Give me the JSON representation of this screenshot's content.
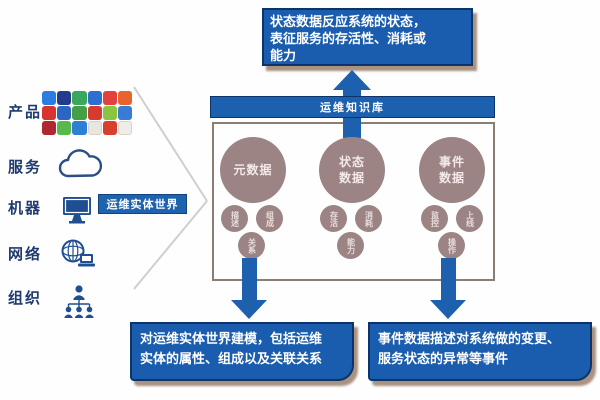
{
  "left_panel": {
    "items": [
      {
        "label": "产品",
        "icon": "product-apps-icon"
      },
      {
        "label": "服务",
        "icon": "cloud-icon"
      },
      {
        "label": "机器",
        "icon": "monitor-icon"
      },
      {
        "label": "网络",
        "icon": "network-globe-icon"
      },
      {
        "label": "组织",
        "icon": "org-chart-icon"
      }
    ],
    "entity_badge": {
      "label": "运维实体世界"
    }
  },
  "knowledge_base_banner": {
    "label": "运维知识库"
  },
  "top_note": {
    "text": "状态数据反应系统的状态，\n表征服务的存活性、消耗或\n能力"
  },
  "data_box": {
    "groups": [
      {
        "title": "元数据",
        "subs": [
          "描述",
          "组成",
          "关系"
        ]
      },
      {
        "title": "状态\n数据",
        "subs": [
          "存活",
          "消耗",
          "能力"
        ]
      },
      {
        "title": "事件\n数据",
        "subs": [
          "监控",
          "上线",
          "操作"
        ]
      }
    ]
  },
  "bottom_notes": [
    {
      "text": "对运维实体世界建模，包括运维\n实体的属性、组成以及关联关系"
    },
    {
      "text": "事件数据描述对系统做的变更、\n服务状态的异常等事件"
    }
  ],
  "colors": {
    "primary_blue": "#1a5cad",
    "navy_border": "#0d3468",
    "circle_mauve": "#9c8484",
    "shadow_brown": "#8c6e54",
    "label_navy": "#1e3a6e",
    "funnel_line_gray": "#cfcfcf"
  }
}
